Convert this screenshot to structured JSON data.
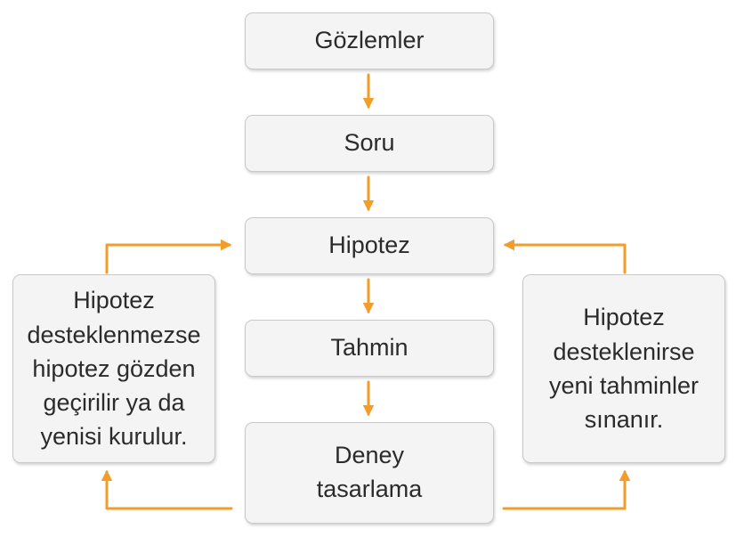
{
  "steps": {
    "observations": "Gözlemler",
    "question": "Soru",
    "hypothesis": "Hipotez",
    "prediction": "Tahmin",
    "experiment_line1": "Deney",
    "experiment_line2": "tasarlama"
  },
  "left_note": {
    "line1": "Hipotez",
    "line2": "desteklenmezse",
    "line3": "hipotez gözden",
    "line4": "geçirilir ya da",
    "line5": "yenisi kurulur."
  },
  "right_note": {
    "line1": "Hipotez",
    "line2": "desteklenirse",
    "line3": "yeni tahminler",
    "line4": "sınanır."
  },
  "colors": {
    "arrow": "#f39c2a",
    "box_fill": "#f4f4f4",
    "box_border": "#c9c9c9",
    "text": "#2b2b2b"
  }
}
